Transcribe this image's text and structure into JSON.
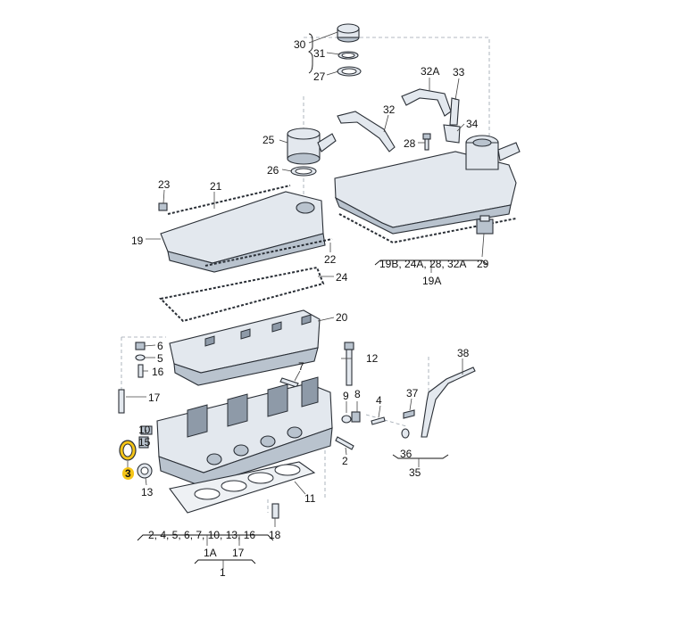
{
  "diagram": {
    "labels": [
      {
        "id": "30",
        "text": "30"
      },
      {
        "id": "31",
        "text": "31"
      },
      {
        "id": "27",
        "text": "27"
      },
      {
        "id": "32A",
        "text": "32A"
      },
      {
        "id": "33",
        "text": "33"
      },
      {
        "id": "32",
        "text": "32"
      },
      {
        "id": "34",
        "text": "34"
      },
      {
        "id": "25",
        "text": "25"
      },
      {
        "id": "28",
        "text": "28"
      },
      {
        "id": "26",
        "text": "26"
      },
      {
        "id": "23",
        "text": "23"
      },
      {
        "id": "21",
        "text": "21"
      },
      {
        "id": "19",
        "text": "19"
      },
      {
        "id": "22",
        "text": "22"
      },
      {
        "id": "group19A",
        "text": "19B, 24A, 28, 32A"
      },
      {
        "id": "29",
        "text": "29"
      },
      {
        "id": "19A",
        "text": "19A"
      },
      {
        "id": "24",
        "text": "24"
      },
      {
        "id": "20",
        "text": "20"
      },
      {
        "id": "6",
        "text": "6"
      },
      {
        "id": "5",
        "text": "5"
      },
      {
        "id": "16",
        "text": "16"
      },
      {
        "id": "12",
        "text": "12"
      },
      {
        "id": "7",
        "text": "7"
      },
      {
        "id": "38",
        "text": "38"
      },
      {
        "id": "17",
        "text": "17"
      },
      {
        "id": "9",
        "text": "9"
      },
      {
        "id": "8",
        "text": "8"
      },
      {
        "id": "4",
        "text": "4"
      },
      {
        "id": "37",
        "text": "37"
      },
      {
        "id": "10",
        "text": "10"
      },
      {
        "id": "15",
        "text": "15"
      },
      {
        "id": "3",
        "text": "3"
      },
      {
        "id": "2",
        "text": "2"
      },
      {
        "id": "36",
        "text": "36"
      },
      {
        "id": "35",
        "text": "35"
      },
      {
        "id": "13",
        "text": "13"
      },
      {
        "id": "11",
        "text": "11"
      },
      {
        "id": "group1A",
        "text": "2, 4, 5, 6, 7, 10, 13, 16"
      },
      {
        "id": "18",
        "text": "18"
      },
      {
        "id": "1A",
        "text": "1A"
      },
      {
        "id": "17b",
        "text": "17"
      },
      {
        "id": "1",
        "text": "1"
      }
    ],
    "highlighted_label": "3",
    "colors": {
      "highlight": "#f5c518",
      "part_light": "#e3e8ee",
      "part_mid": "#b9c3ce",
      "part_dark": "#8e9aa8",
      "outline": "#2a2f36"
    }
  }
}
